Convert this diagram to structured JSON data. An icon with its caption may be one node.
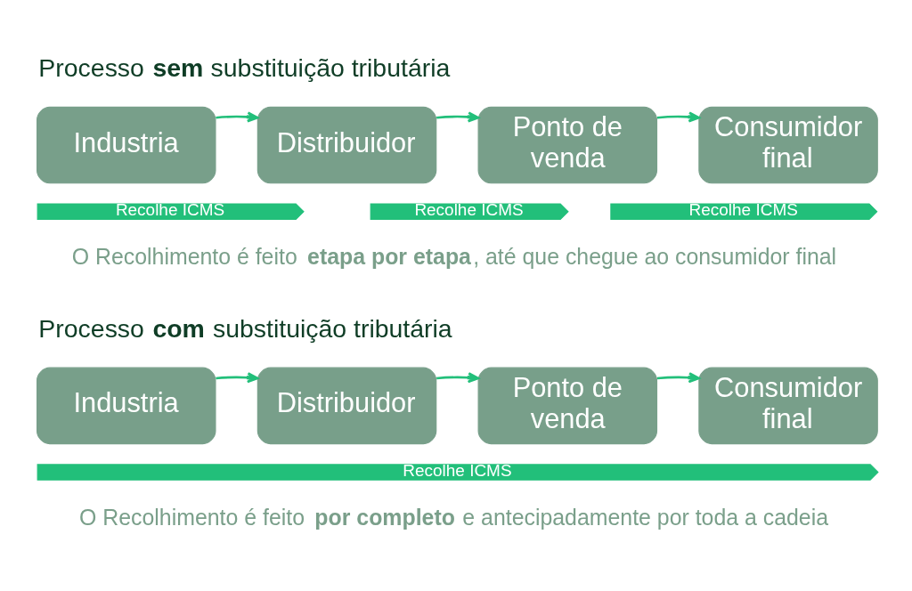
{
  "diagram": {
    "nodes": [
      {
        "text": [
          "Industria"
        ]
      },
      {
        "text": [
          "Distribuidor"
        ]
      },
      {
        "text": [
          "Ponto de venda"
        ]
      },
      {
        "text": [
          "Consumidor final"
        ]
      },
      {
        "text": [
          "Recolhe ICMS"
        ]
      },
      {
        "text": [
          "Recolhe ICMS"
        ]
      },
      {
        "text": [
          "Recolhe ICMS"
        ]
      },
      {
        "text": [
          "Industria"
        ]
      },
      {
        "text": [
          "Distribuidor"
        ]
      },
      {
        "text": [
          "Ponto de venda"
        ]
      },
      {
        "text": [
          "Consumidor final"
        ]
      },
      {
        "text": [
          "Recolhe ICMS"
        ]
      }
    ],
    "edges": [
      {
        "from": 0,
        "to": 1,
        "arrow": "to"
      },
      {
        "from": 1,
        "to": 2,
        "arrow": "to"
      },
      {
        "from": 2,
        "to": 3,
        "arrow": "to"
      },
      {
        "from": 7,
        "to": 8,
        "arrow": "to"
      },
      {
        "from": 8,
        "to": 9,
        "arrow": "to"
      },
      {
        "from": 9,
        "to": 10,
        "arrow": "to"
      }
    ],
    "labels": [
      "Processo **sem** substituição tributária",
      "O Recolhimento é feito **etapa por etapa**, até que chegue ao consumidor final",
      "Processo **com** substituição tributária",
      "O Recolhimento é feito **por completo** e antecipadamente por toda a cadeia"
    ]
  }
}
